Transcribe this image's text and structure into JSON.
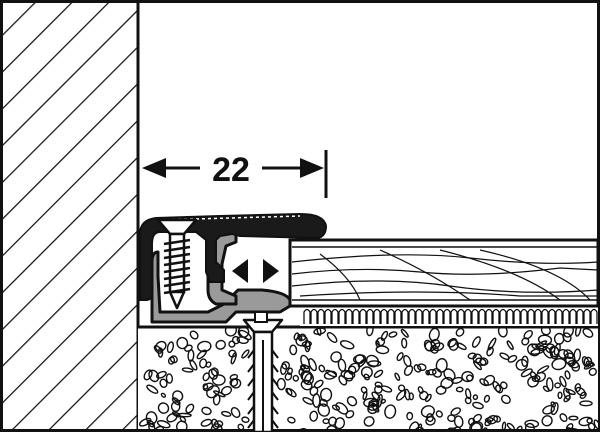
{
  "dimension": {
    "value_label": "22"
  },
  "colors": {
    "line": "#111111",
    "profile_gray": "#9a9a9a",
    "background": "#ffffff"
  },
  "icons": {
    "movement": "double-arrow-horizontal",
    "fastener": "countersunk-screw",
    "anchor": "wall-plug"
  }
}
